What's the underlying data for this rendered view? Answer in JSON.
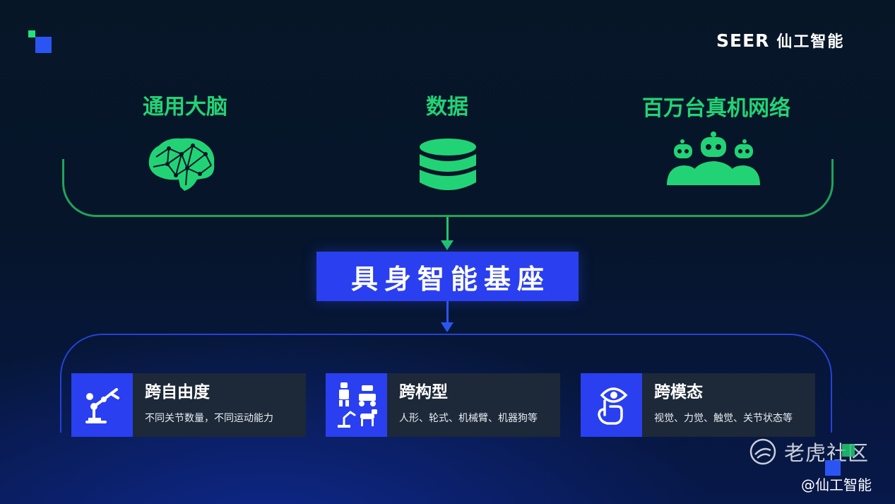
{
  "brand": {
    "mark": "SEER",
    "name": "仙工智能"
  },
  "top_nodes": [
    {
      "title": "通用大脑",
      "icon": "brain-icon"
    },
    {
      "title": "数据",
      "icon": "database-icon"
    },
    {
      "title": "百万台真机网络",
      "icon": "robots-network-icon"
    }
  ],
  "core": {
    "title": "具身智能基座"
  },
  "capabilities": [
    {
      "title": "跨自由度",
      "desc": "不同关节数量，不同运动能力",
      "icon": "robot-arm-icon"
    },
    {
      "title": "跨构型",
      "desc": "人形、轮式、机械臂、机器狗等",
      "icon": "robot-forms-icon"
    },
    {
      "title": "跨模态",
      "desc": "视觉、力觉、触觉、关节状态等",
      "icon": "eye-touch-icon"
    }
  ],
  "watermark": {
    "text": "老虎社区",
    "handle": "@仙工智能"
  },
  "colors": {
    "green": "#22d375",
    "blue": "#2a3ff0",
    "card": "#1d2838"
  }
}
